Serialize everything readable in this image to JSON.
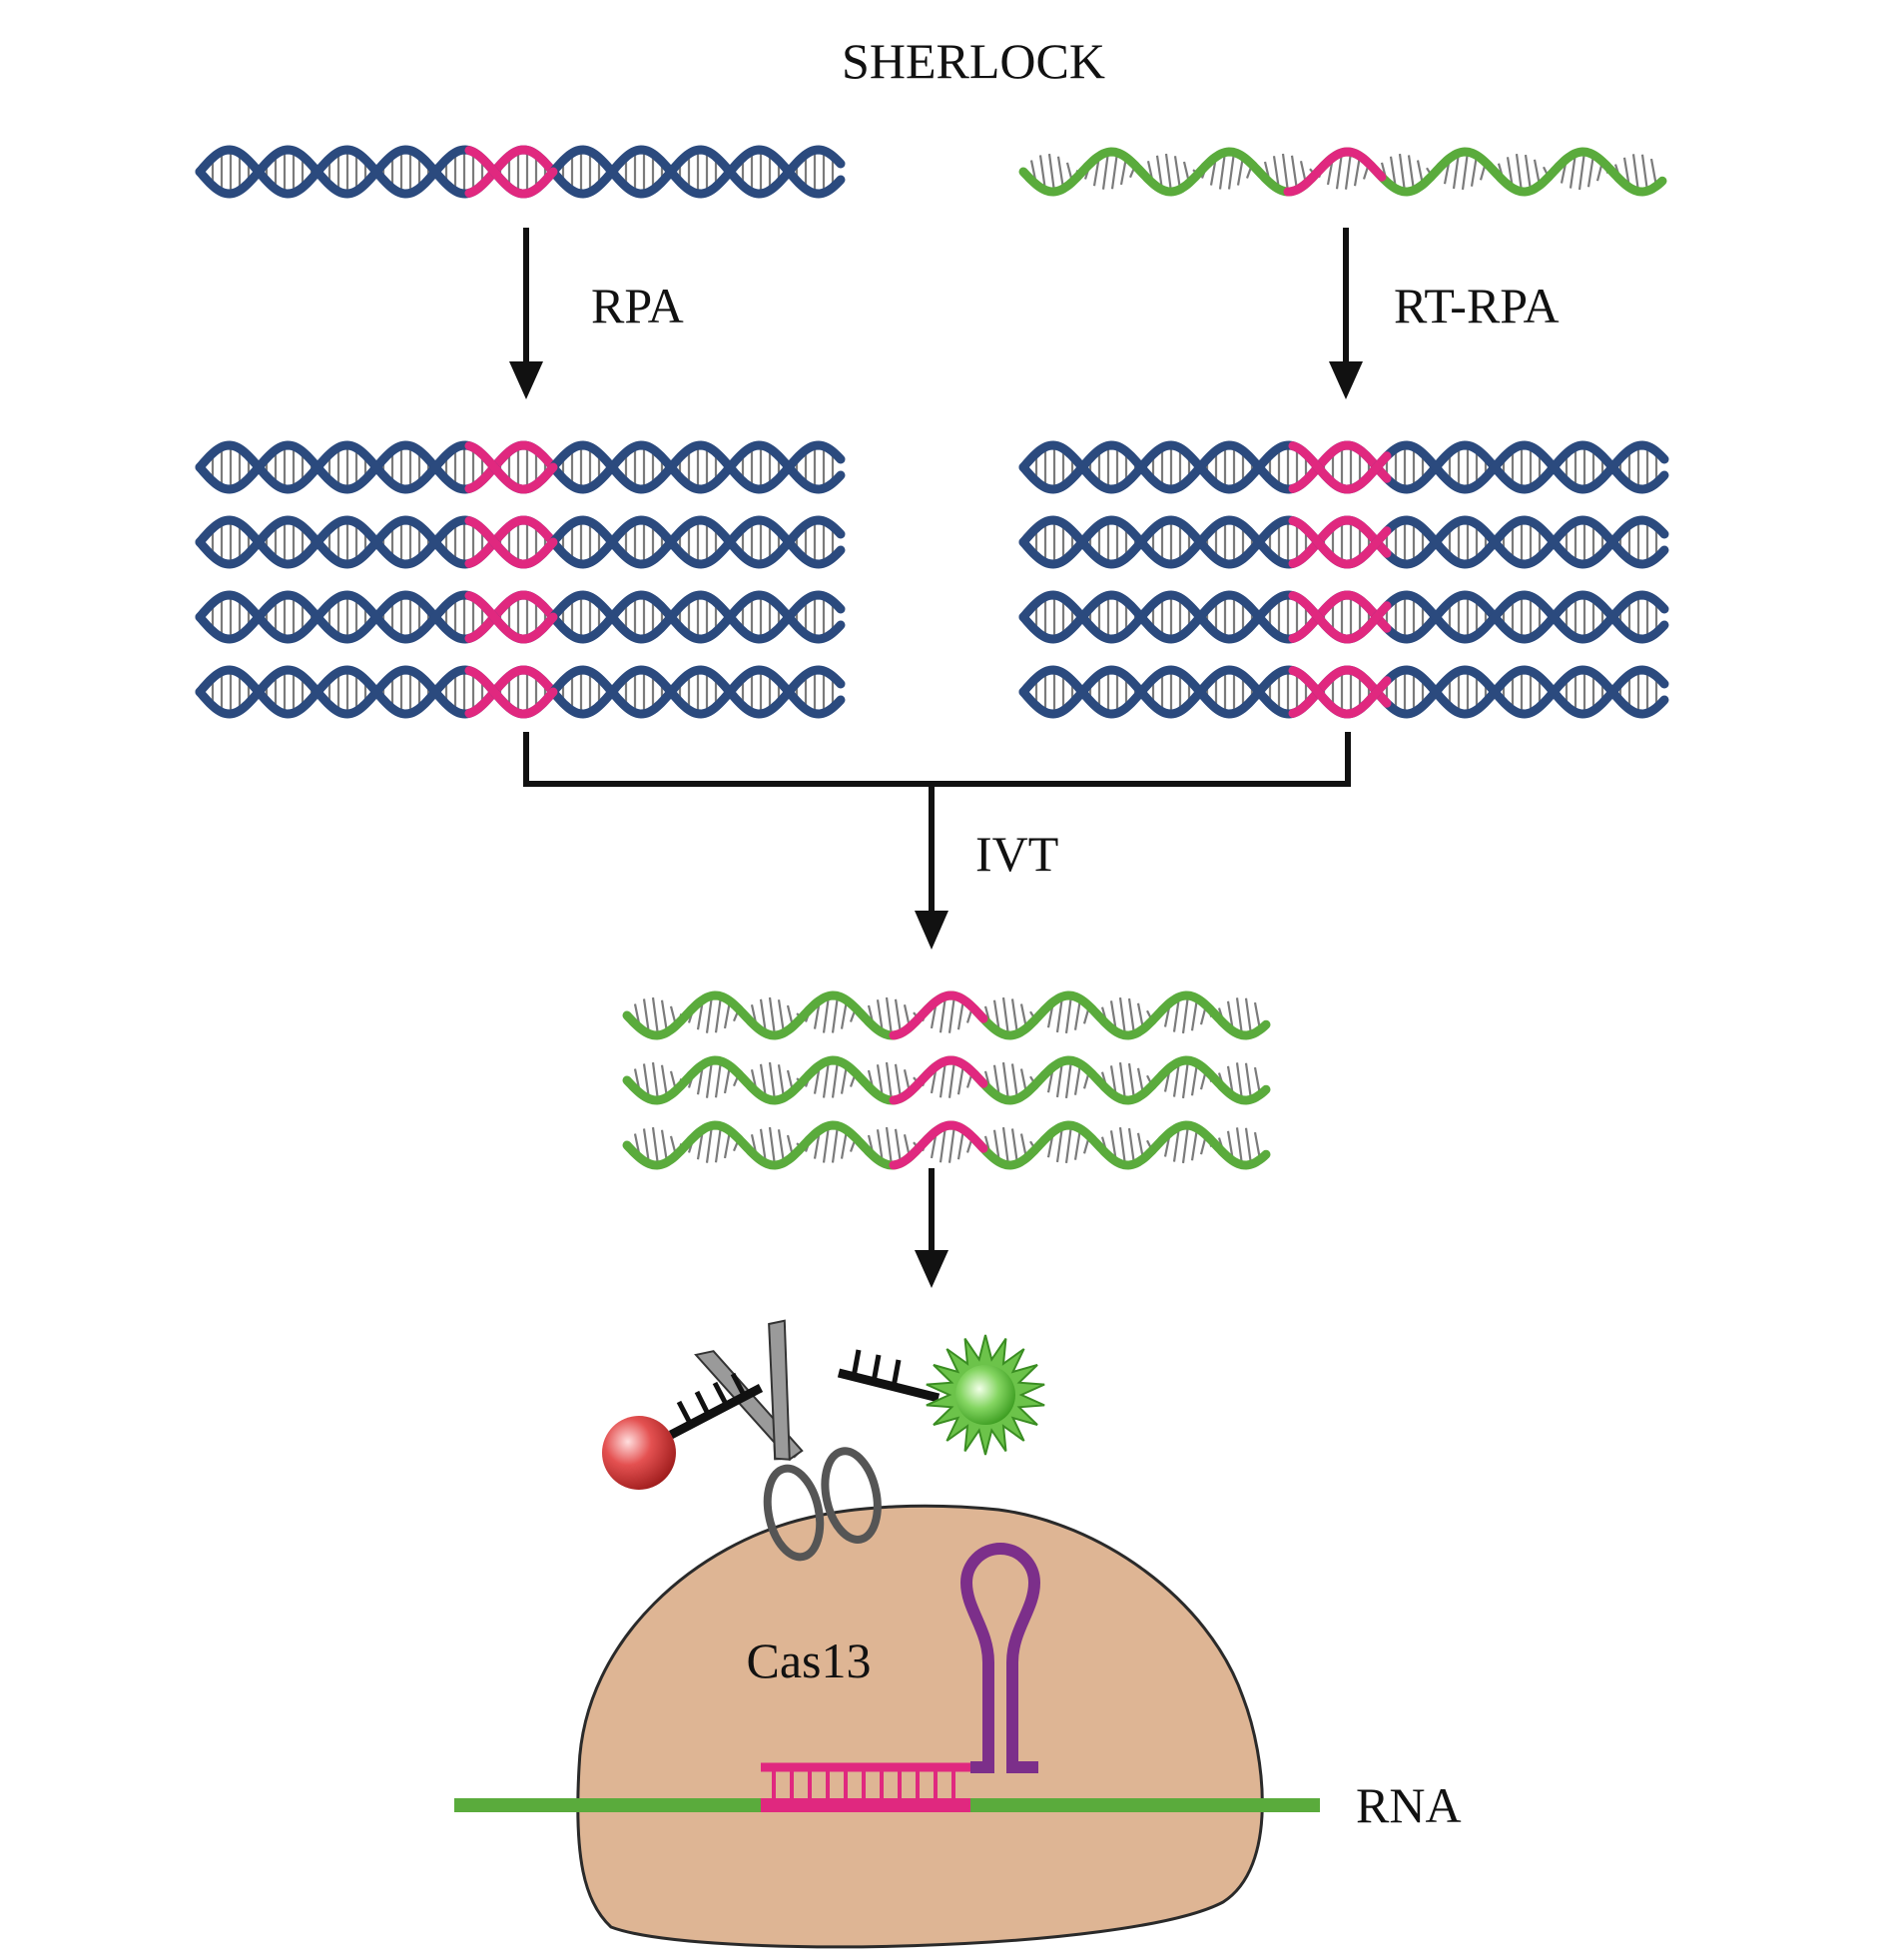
{
  "title": "SHERLOCK",
  "labels": {
    "rpa": "RPA",
    "rt_rpa": "RT-RPA",
    "ivt": "IVT",
    "cas13": "Cas13",
    "rna": "RNA"
  },
  "colors": {
    "dna_strand": "#2b4a7e",
    "rna_strand": "#5aab3c",
    "target_segment": "#e0287f",
    "rung": "#7b7b7b",
    "arrow": "#111111",
    "cas13_body": "#deb594",
    "crrna_hairpin": "#7c2f8a",
    "quencher": "#d83b3b",
    "fluorophore": "#6cc34a"
  },
  "icons": {
    "scissors": "scissors-icon",
    "quencher": "quencher-sphere-icon",
    "fluorophore": "fluorophore-burst-icon"
  }
}
